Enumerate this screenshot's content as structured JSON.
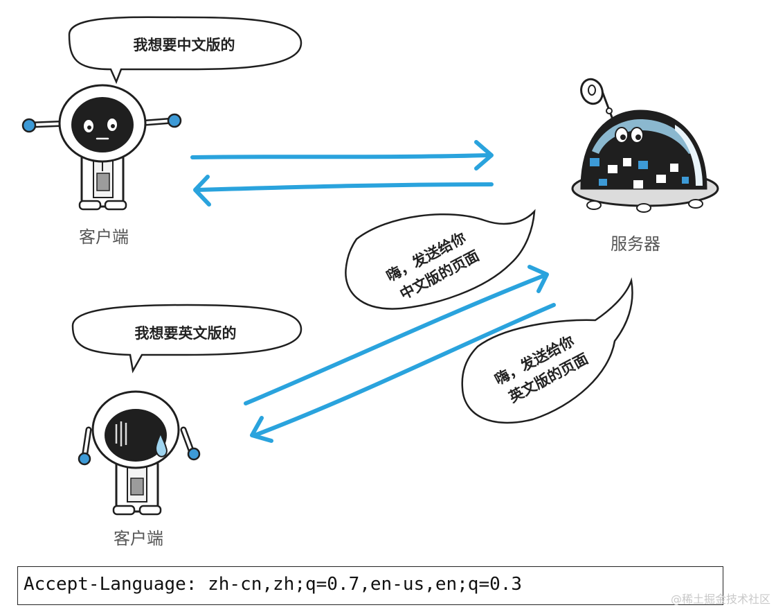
{
  "client_top": {
    "speech": "我想要中文版的",
    "label": "客户端"
  },
  "client_bottom": {
    "speech": "我想要英文版的",
    "label": "客户端"
  },
  "server": {
    "label": "服务器",
    "reply_chinese": [
      "嗨，发送给你",
      "中文版的页面"
    ],
    "reply_english": [
      "嗨，发送给你",
      "英文版的页面"
    ]
  },
  "header_line": "Accept-Language: zh-cn,zh;q=0.7,en-us,en;q=0.3",
  "watermark": "@稀土掘金技术社区",
  "colors": {
    "arrow": "#2aa3dd",
    "accent_blue": "#3d9ad6",
    "dark": "#1f1f1f"
  }
}
